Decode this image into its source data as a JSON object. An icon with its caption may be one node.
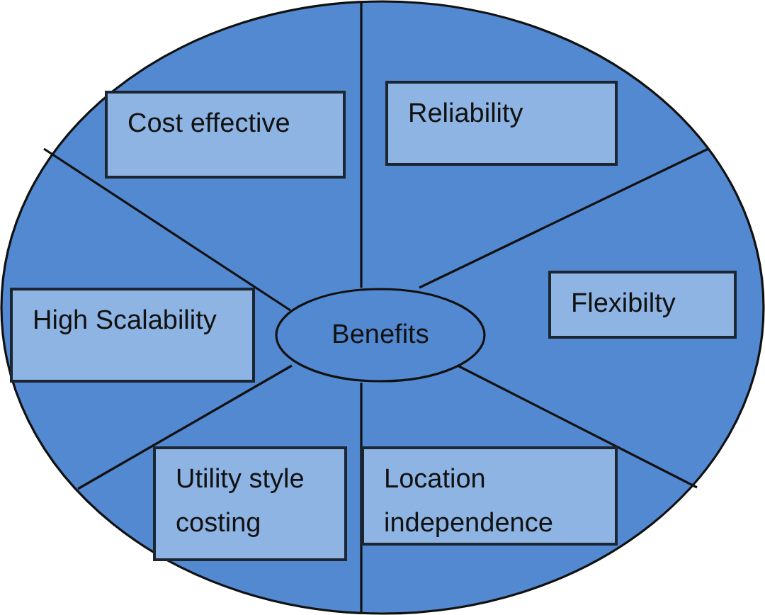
{
  "diagram": {
    "nodes": [
      {
        "text": [],
        "shape": "ellipse"
      },
      {
        "text": [
          "Cost effective"
        ],
        "in": 0
      },
      {
        "text": [
          "Reliability"
        ],
        "in": 0
      },
      {
        "text": [
          "High Scalability"
        ],
        "in": 0
      },
      {
        "text": [
          "Benefits"
        ],
        "in": 0
      },
      {
        "text": [
          "Flexibilty"
        ],
        "in": 0
      },
      {
        "text": [
          "Utility style costing"
        ],
        "in": 0
      },
      {
        "text": [
          "Location independence"
        ],
        "in": 0
      }
    ]
  }
}
